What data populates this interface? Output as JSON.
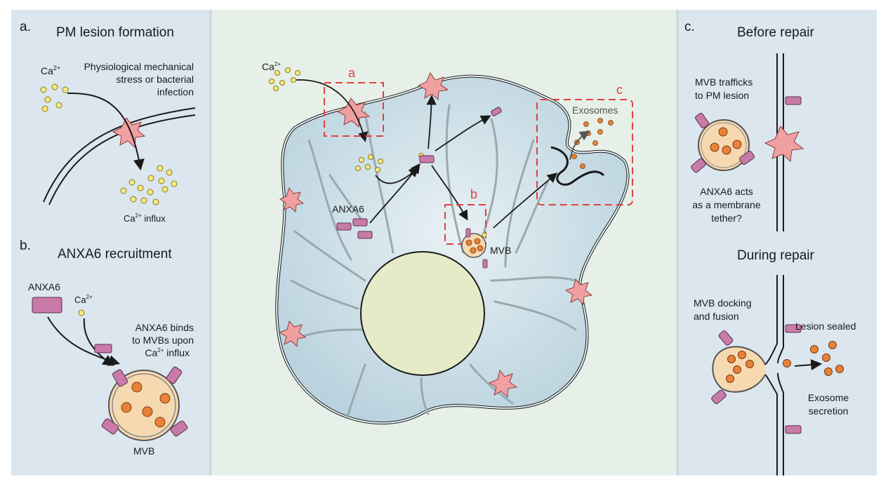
{
  "panel_a": {
    "letter": "a.",
    "title": "PM lesion formation",
    "ca_label": "Ca",
    "ca_sup": "2+",
    "stress_line1": "Physiological mechanical",
    "stress_line2": "stress or bacterial",
    "stress_line3": "infection",
    "influx_label": "Ca",
    "influx_sup": "2+",
    "influx_suffix": " influx"
  },
  "panel_b": {
    "letter": "b.",
    "title": "ANXA6 recruitment",
    "anxa6_label": "ANXA6",
    "ca_label": "Ca",
    "ca_sup": "2+",
    "binds_line1": "ANXA6 binds",
    "binds_line2": "to MVBs upon",
    "binds_line3": "Ca",
    "binds_sup": "2+",
    "binds_suffix": " influx",
    "mvb_label": "MVB"
  },
  "center": {
    "ca_label": "Ca",
    "ca_sup": "2+",
    "box_a": "a",
    "box_b": "b",
    "box_c": "c",
    "exosomes_label": "Exosomes",
    "anxa6_label": "ANXA6",
    "mvb_label": "MVB"
  },
  "panel_c": {
    "letter": "c.",
    "title_before": "Before repair",
    "traffics_line1": "MVB trafficks",
    "traffics_line2": "to PM lesion",
    "tether_line1": "ANXA6 acts",
    "tether_line2": "as a membrane",
    "tether_line3": "tether?",
    "title_during": "During repair",
    "docking_line1": "MVB docking",
    "docking_line2": "and fusion",
    "sealed_label": "Lesion sealed",
    "secretion_line1": "Exosome",
    "secretion_line2": "secretion"
  },
  "colors": {
    "side_panel_bg": "#dbe6ef",
    "center_bg": "#e6f0e8",
    "cell_fill": "#c6d9e3",
    "nucleus_fill": "#e5ebc8",
    "lesion_fill": "#f0a0a0",
    "anxa6_fill": "#c97aa8",
    "mvb_fill": "#f6d9b1",
    "exosome_fill": "#e8823a",
    "calcium_fill": "#f7e97e",
    "callout_red": "#e0403f"
  }
}
